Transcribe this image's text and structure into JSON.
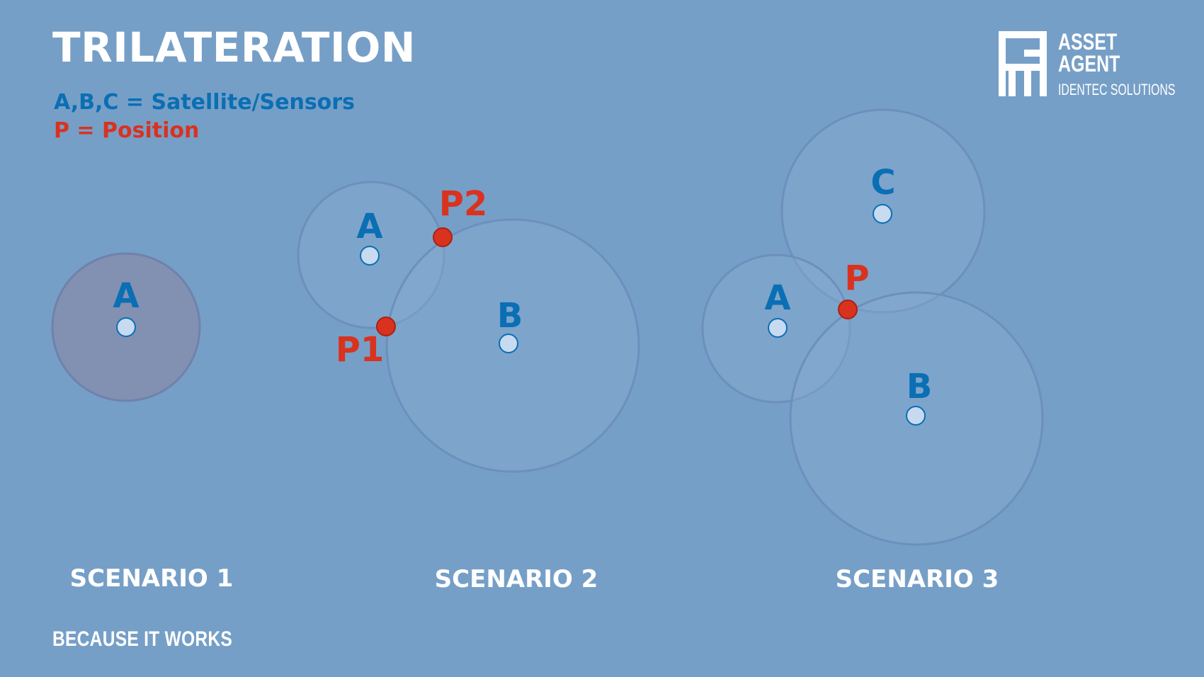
{
  "title": "TRILATERATION",
  "legend": {
    "sensors": "A,B,C = Satellite/Sensors",
    "position": "P = Position"
  },
  "logo": {
    "line1": "ASSET",
    "line2": "AGENT",
    "sub": "IDENTEC SOLUTIONS"
  },
  "slogan": "BECAUSE IT WORKS",
  "colors": {
    "background": "#769fc7",
    "sensor_text": "#0a6fb4",
    "position_red": "#d9321f",
    "white": "#ffffff"
  },
  "scenarios": [
    {
      "label": "SCENARIO 1",
      "sensors": [
        {
          "name": "A"
        }
      ],
      "positions": []
    },
    {
      "label": "SCENARIO 2",
      "sensors": [
        {
          "name": "A"
        },
        {
          "name": "B"
        }
      ],
      "positions": [
        {
          "name": "P2"
        },
        {
          "name": "P1"
        }
      ]
    },
    {
      "label": "SCENARIO 3",
      "sensors": [
        {
          "name": "C"
        },
        {
          "name": "A"
        },
        {
          "name": "B"
        }
      ],
      "positions": [
        {
          "name": "P"
        }
      ]
    }
  ]
}
